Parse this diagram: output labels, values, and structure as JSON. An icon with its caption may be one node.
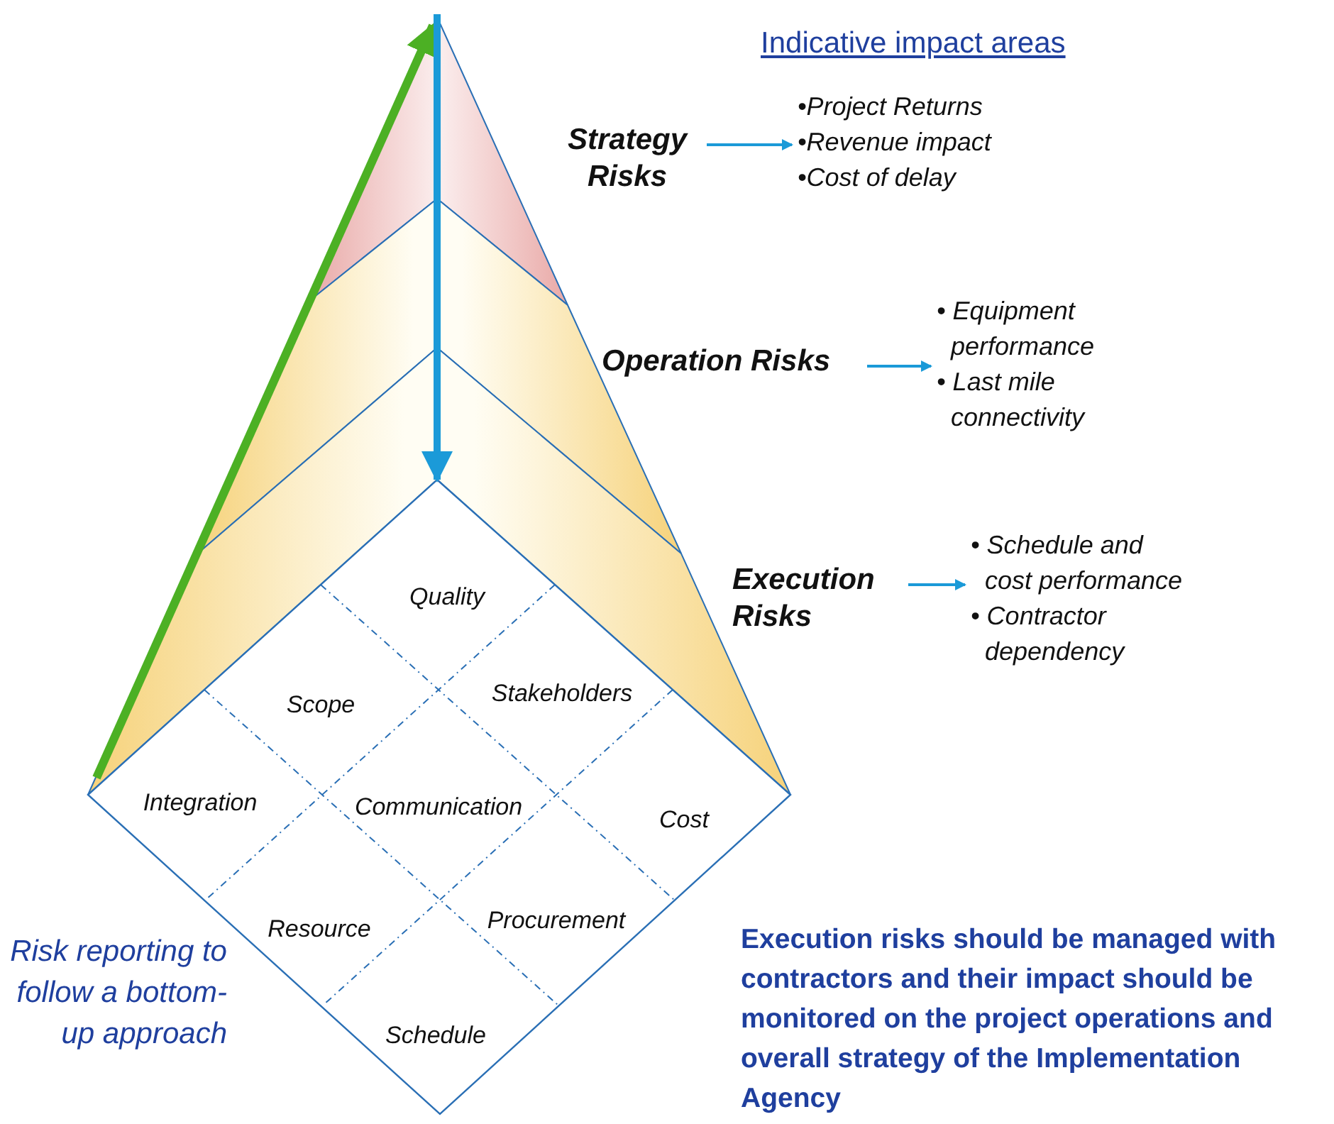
{
  "diagram": {
    "title": "Indicative impact areas",
    "nodes": [
      {
        "text": [
          "Strategy Risks"
        ]
      },
      {
        "text": [
          "•Project Returns",
          "•Revenue impact",
          "•Cost of delay"
        ]
      },
      {
        "text": [
          "Operation Risks"
        ]
      },
      {
        "text": [
          "• Equipment performance",
          "• Last mile connectivity"
        ]
      },
      {
        "text": [
          "Execution Risks"
        ]
      },
      {
        "text": [
          "• Schedule and cost performance",
          "• Contractor dependency"
        ]
      }
    ],
    "edges": [
      {
        "from": 0,
        "to": 1,
        "arrow": "to"
      },
      {
        "from": 2,
        "to": 3,
        "arrow": "to"
      },
      {
        "from": 4,
        "to": 5,
        "arrow": "to"
      }
    ],
    "labels": [
      "Quality",
      "Scope",
      "Stakeholders",
      "Integration",
      "Communication",
      "Cost",
      "Resource",
      "Procurement",
      "Schedule",
      "Risk reporting to follow a bottom-up approach",
      "Execution risks should be managed with contractors and their impact should be monitored on the project operations and overall strategy of the Implementation Agency"
    ]
  }
}
